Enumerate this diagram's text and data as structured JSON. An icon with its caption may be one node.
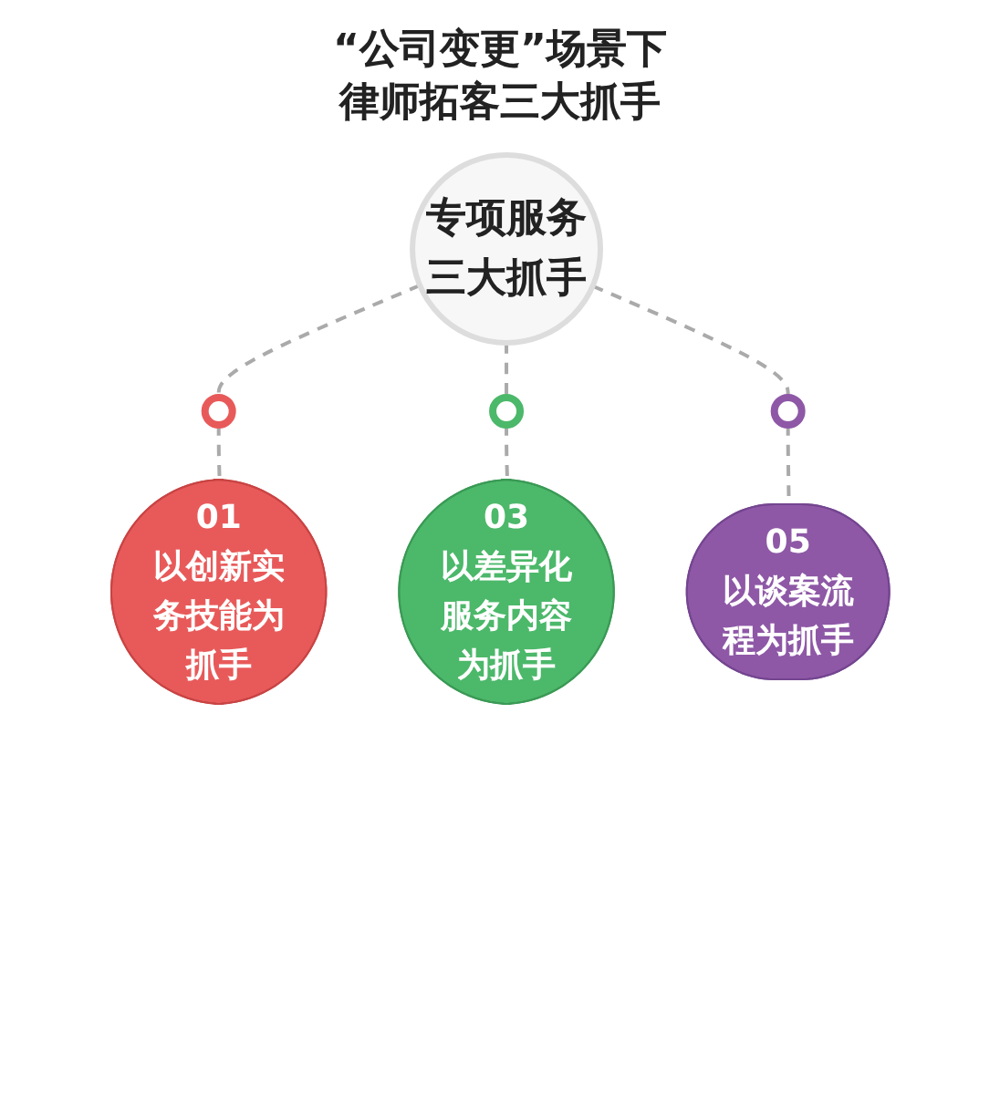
{
  "diagram": {
    "title": "“公司变更”场景下律师拓客三大抓手",
    "nodes": [
      {
        "text": [
          "专项服务",
          "三大抓手"
        ]
      },
      {
        "text": [],
        "shape": "circle"
      },
      {
        "text": [],
        "shape": "circle"
      },
      {
        "text": [],
        "shape": "circle"
      },
      {
        "text": [
          "01",
          "以创新实务技能为抓手"
        ]
      },
      {
        "text": [
          "03",
          "以差异化服务内容为抓手"
        ]
      },
      {
        "text": [
          "05",
          "以谈案流程为抓手"
        ]
      }
    ],
    "edges": [
      {
        "from": 0,
        "to": 1,
        "arrow": "none",
        "style": "dashed"
      },
      {
        "from": 0,
        "to": 2,
        "arrow": "none",
        "style": "dashed"
      },
      {
        "from": 0,
        "to": 3,
        "arrow": "none",
        "style": "dashed"
      },
      {
        "from": 1,
        "to": 4,
        "arrow": "none",
        "style": "dashed"
      },
      {
        "from": 2,
        "to": 5,
        "arrow": "none",
        "style": "dashed"
      },
      {
        "from": 3,
        "to": 6,
        "arrow": "none",
        "style": "dashed"
      }
    ]
  }
}
